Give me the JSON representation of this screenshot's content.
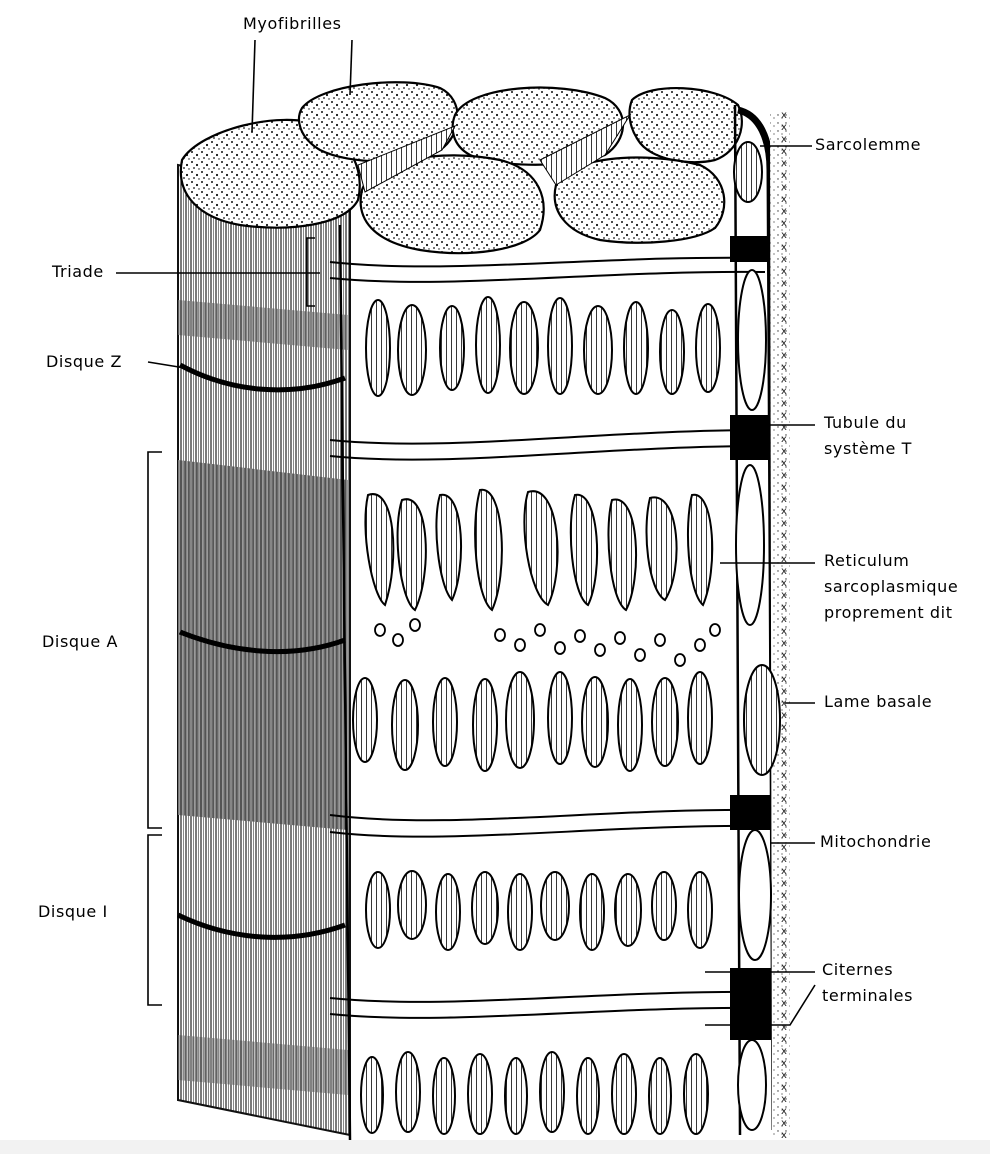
{
  "diagram": {
    "labels": {
      "myofibrilles": "Myofibrilles",
      "sarcolemme": "Sarcolemme",
      "triade": "Triade",
      "disque_z": "Disque Z",
      "tubule_line1": "Tubule du",
      "tubule_line2": "système T",
      "disque_a": "Disque A",
      "reticulum_line1": "Reticulum",
      "reticulum_line2": "sarcoplasmique",
      "reticulum_line3": "proprement dit",
      "lame_basale": "Lame basale",
      "disque_i": "Disque I",
      "mitochondrie": "Mitochondrie",
      "citernes_line1": "Citernes",
      "citernes_line2": "terminales"
    }
  }
}
